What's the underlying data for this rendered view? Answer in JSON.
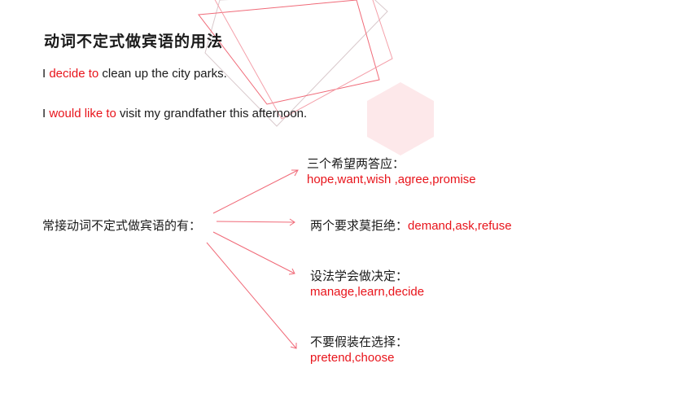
{
  "title": "动词不定式做宾语的用法",
  "sentences": [
    {
      "pre": "I ",
      "highlight": "decide to",
      "post": " clean up the city parks."
    },
    {
      "pre": "I ",
      "highlight": "would like to",
      "post": " visit my grandfather this afternoon."
    }
  ],
  "lead_text": "常接动词不定式做宾语的有：",
  "branches": [
    {
      "label": "三个希望两答应：",
      "words": "hope,want,wish ,agree,promise"
    },
    {
      "label": "两个要求莫拒绝：",
      "words": "demand,ask,refuse"
    },
    {
      "label": "设法学会做决定：",
      "words": "manage,learn,decide"
    },
    {
      "label": "不要假装在选择：",
      "words": "pretend,choose"
    }
  ],
  "colors": {
    "accent": "#e8141b",
    "deco_pink": "#f06a78",
    "deco_fill": "#fde8ea"
  }
}
